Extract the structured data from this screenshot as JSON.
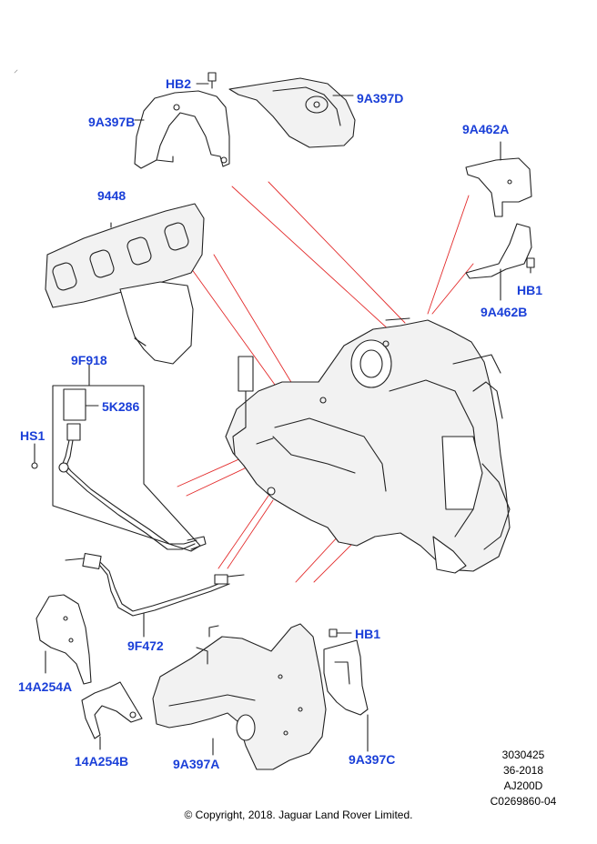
{
  "colors": {
    "callout": "#1a3fd8",
    "leader": "#e32b2b",
    "ink": "#222222",
    "fill": "#f2f2f2"
  },
  "callouts": {
    "hb2": "HB2",
    "c9a397b": "9A397B",
    "c9a397d": "9A397D",
    "c9a462a": "9A462A",
    "c9448": "9448",
    "hb1_top": "HB1",
    "c9a462b": "9A462B",
    "c9f918": "9F918",
    "c5k286": "5K286",
    "hs1": "HS1",
    "c9f472": "9F472",
    "hb1_bottom": "HB1",
    "c14a254a": "14A254A",
    "c14a254b": "14A254B",
    "c9a397a": "9A397A",
    "c9a397c": "9A397C"
  },
  "reference": {
    "line1": "3030425",
    "line2": "36-2018",
    "line3": "AJ200D",
    "line4": "C0269860-04"
  },
  "copyright": "© Copyright, 2018. Jaguar Land Rover Limited."
}
